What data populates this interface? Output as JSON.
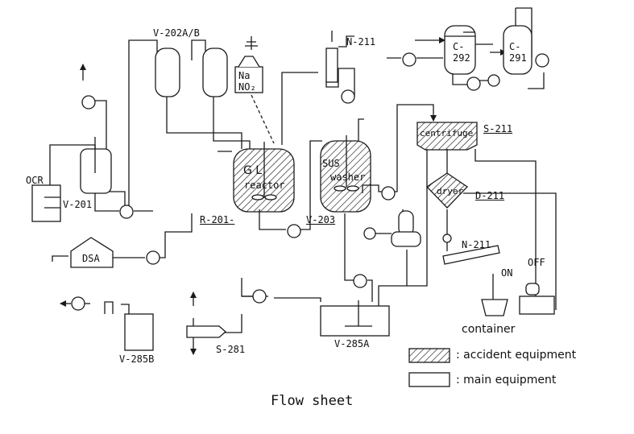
{
  "colors": {
    "ink": "#1a1a1a",
    "paper": "#ffffff"
  },
  "labels": {
    "v202": "V-202A/B",
    "na": "Na",
    "no2": "NO₂",
    "n211_top": "N-211",
    "c292": "C-\n292",
    "c292_a": "C-",
    "c292_b": "292",
    "c291_a": "C-",
    "c291_b": "291",
    "centrifuge": "centrifuge",
    "s211": "S-211",
    "ocr": "OCR",
    "v201": "V-201",
    "gl": "G L",
    "reactor": "reactor",
    "sus": "SUS",
    "washer": "washer",
    "dryer": "dryer",
    "d211": "D-211",
    "r201": "R-201-",
    "v203": "V-203",
    "dsa": "DSA",
    "n211_mid": "N-211",
    "off": "OFF",
    "on": "ON",
    "container": "container",
    "v285b": "V-285B",
    "s281": "S-281",
    "v285a": "V-285A",
    "legend_accident": ": accident equipment",
    "legend_main": ": main equipment",
    "title": "Flow sheet"
  }
}
